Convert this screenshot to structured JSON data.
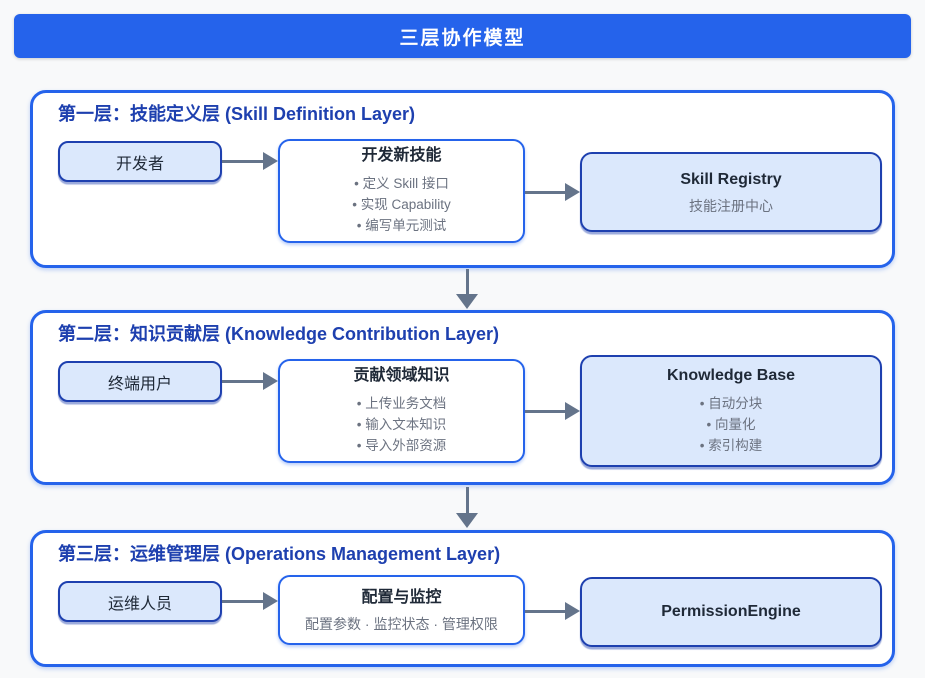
{
  "page": {
    "title": "三层协作模型"
  },
  "colors": {
    "accent_blue": "#2563eb",
    "navy_border": "#1e40af",
    "light_blue_fill": "#dbe8fc",
    "heading_text": "#1e40af",
    "dark_text": "#1f2937",
    "gray_text": "#6b7280",
    "arrow_gray": "#64748b",
    "background": "#f8f9fa"
  },
  "layers": [
    {
      "heading": "第一层：技能定义层 (Skill Definition Layer)",
      "actor": {
        "label": "开发者"
      },
      "process": {
        "title": "开发新技能",
        "items": [
          "• 定义 Skill 接口",
          "• 实现 Capability",
          "• 编写单元测试"
        ]
      },
      "result": {
        "title": "Skill Registry",
        "subtitle": "技能注册中心"
      }
    },
    {
      "heading": "第二层：知识贡献层 (Knowledge Contribution Layer)",
      "actor": {
        "label": "终端用户"
      },
      "process": {
        "title": "贡献领域知识",
        "items": [
          "• 上传业务文档",
          "• 输入文本知识",
          "• 导入外部资源"
        ]
      },
      "result": {
        "title": "Knowledge Base",
        "items": [
          "• 自动分块",
          "• 向量化",
          "• 索引构建"
        ]
      }
    },
    {
      "heading": "第三层：运维管理层 (Operations Management Layer)",
      "actor": {
        "label": "运维人员"
      },
      "process": {
        "title": "配置与监控",
        "subtitle": "配置参数 · 监控状态 · 管理权限"
      },
      "result": {
        "title": "PermissionEngine"
      }
    }
  ]
}
